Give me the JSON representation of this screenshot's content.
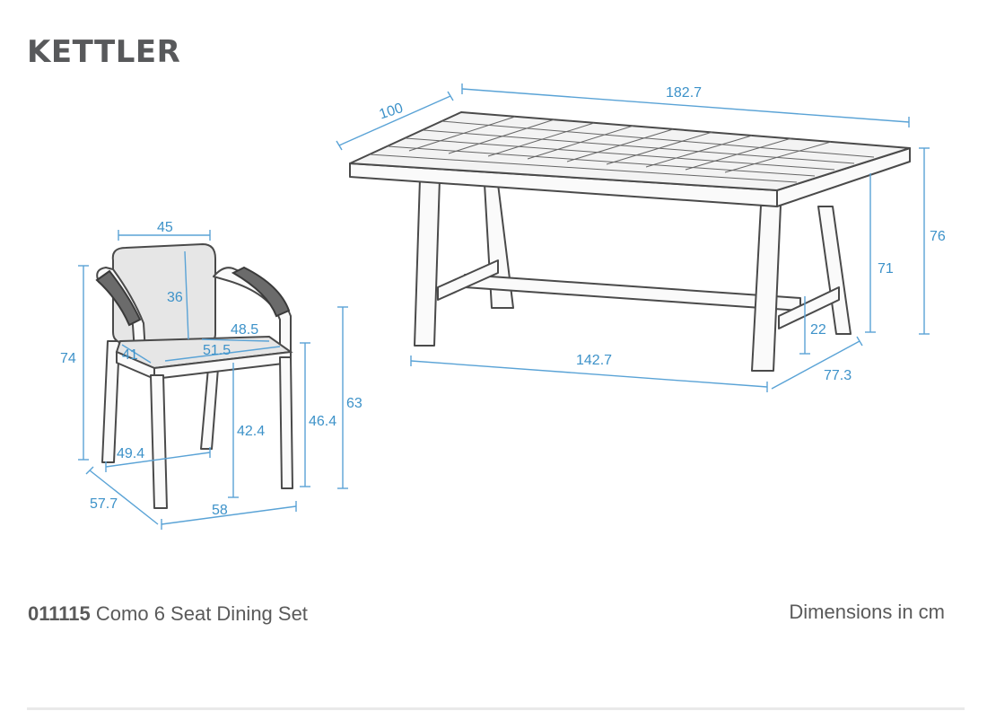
{
  "brand": {
    "logo_text": "KETTLER"
  },
  "product": {
    "code": "011115",
    "name": "Como 6 Seat Dining Set"
  },
  "units_note": "Dimensions in cm",
  "table_dimensions": {
    "width": "182.7",
    "depth": "100",
    "height": "76",
    "underside_height": "71",
    "leg_span": "142.7",
    "leg_depth": "77.3",
    "stretcher_height": "22"
  },
  "chair_dimensions": {
    "backrest_width": "45",
    "backrest_height": "36",
    "total_height": "74",
    "seat_depth_inner": "48.5",
    "seat_width": "51.5",
    "seat_depth": "41",
    "seat_height": "42.4",
    "armrest_height": "46.4",
    "arm_top_height": "63",
    "leg_span": "49.4",
    "depth": "57.7",
    "width": "58"
  },
  "colors": {
    "dimension": "#3d92c9",
    "outline": "#4a4a4a",
    "text": "#5a5a5a"
  }
}
